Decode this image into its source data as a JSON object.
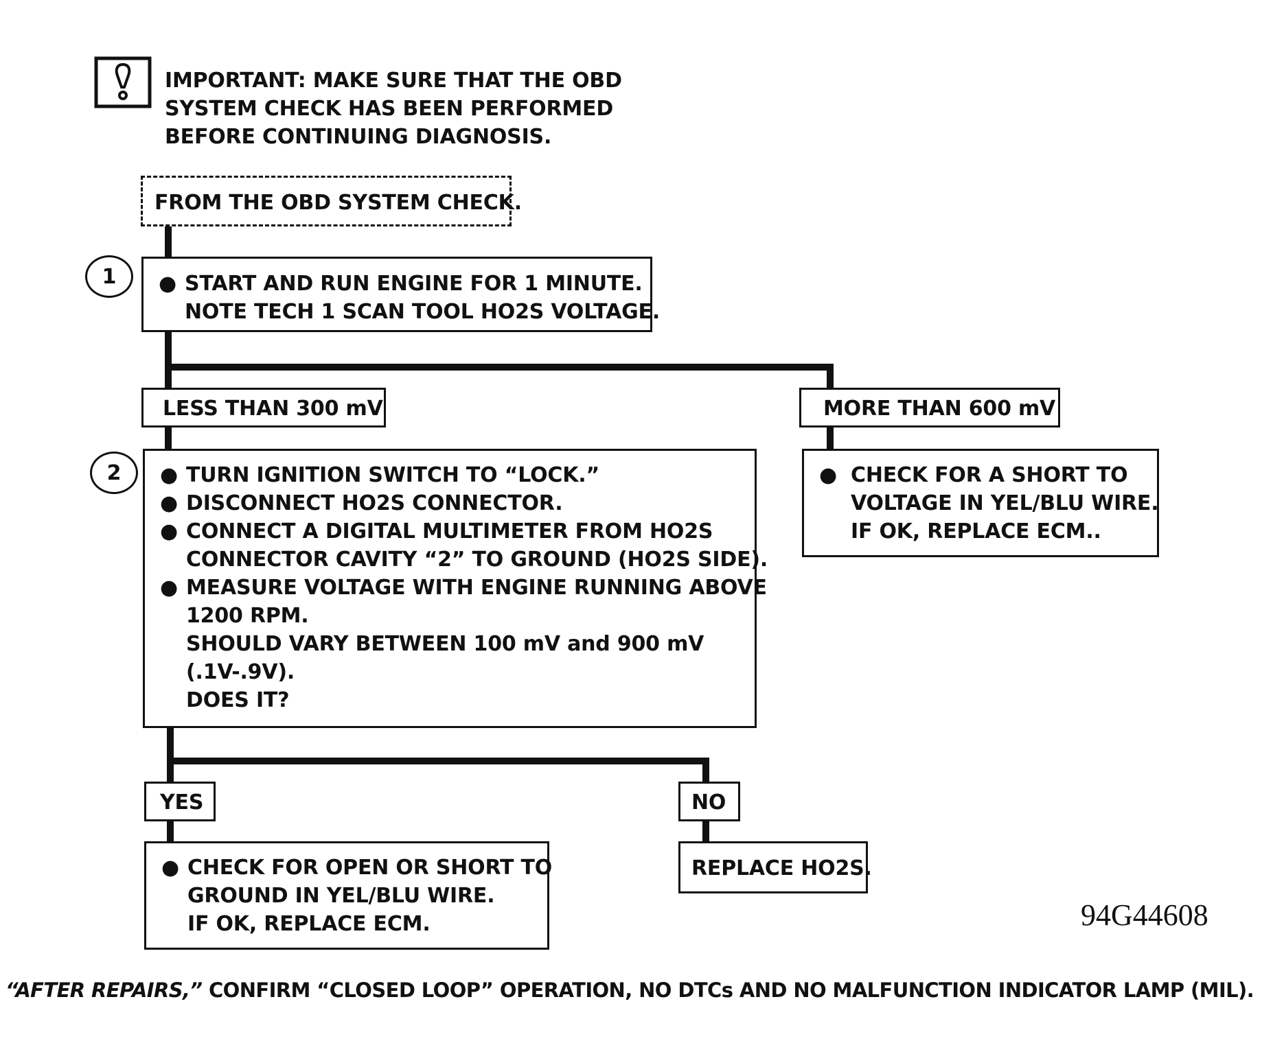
{
  "important": {
    "lines": [
      "IMPORTANT:  MAKE SURE THAT THE OBD",
      "SYSTEM CHECK HAS BEEN PERFORMED",
      "BEFORE CONTINUING DIAGNOSIS."
    ]
  },
  "start_box": "FROM THE OBD SYSTEM CHECK.",
  "step1": {
    "number": "1",
    "bullet": "●",
    "lines": [
      "START AND RUN ENGINE FOR 1 MINUTE.",
      "NOTE TECH 1 SCAN TOOL HO2S VOLTAGE."
    ]
  },
  "branch_less": "LESS THAN 300 mV",
  "branch_more": "MORE THAN 600 mV",
  "step2": {
    "number": "2",
    "bullet": "●",
    "items": [
      [
        "TURN IGNITION SWITCH TO “LOCK.”"
      ],
      [
        "DISCONNECT HO2S CONNECTOR."
      ],
      [
        "CONNECT A DIGITAL MULTIMETER FROM HO2S",
        "CONNECTOR CAVITY “2” TO GROUND (HO2S SIDE)."
      ],
      [
        "MEASURE VOLTAGE WITH ENGINE RUNNING ABOVE",
        "1200 RPM.",
        "SHOULD VARY BETWEEN 100 mV and 900 mV",
        "(.1V-.9V).",
        "DOES IT?"
      ]
    ]
  },
  "more_action": {
    "bullet": "●",
    "lines": [
      "CHECK FOR A SHORT TO",
      "VOLTAGE IN YEL/BLU WIRE.",
      "IF OK, REPLACE ECM.."
    ]
  },
  "yes_label": "YES",
  "no_label": "NO",
  "yes_action": {
    "bullet": "●",
    "lines": [
      "CHECK FOR OPEN OR SHORT TO",
      "GROUND IN YEL/BLU WIRE.",
      "IF OK, REPLACE ECM."
    ]
  },
  "no_action": "REPLACE HO2S.",
  "figure_id": "94G44608",
  "footer": {
    "italic_part": "“AFTER REPAIRS,”",
    "rest": " CONFIRM “CLOSED LOOP” OPERATION, NO DTCs AND NO MALFUNCTION INDICATOR LAMP (MIL)."
  }
}
